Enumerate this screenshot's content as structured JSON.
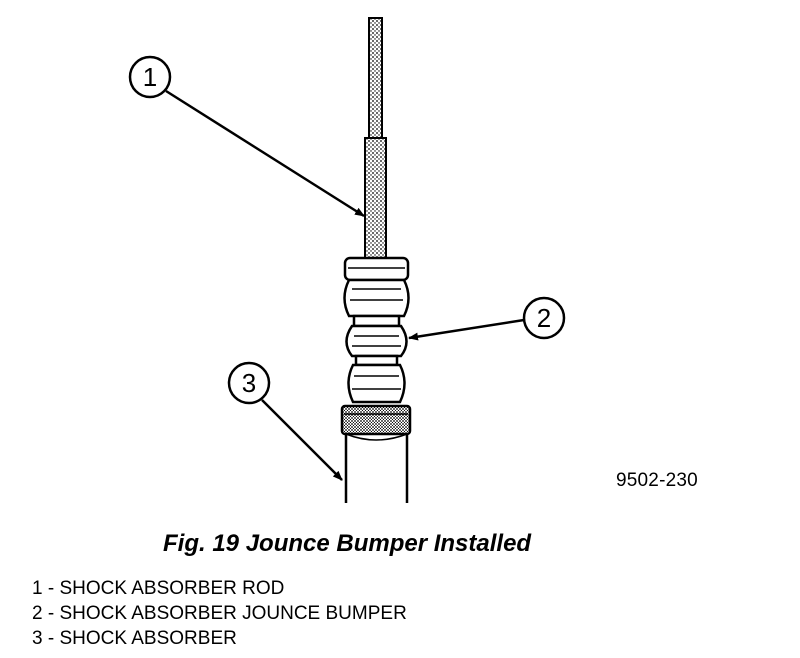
{
  "figure": {
    "number_tag": "9502-230",
    "caption": "Fig. 19 Jounce Bumper Installed"
  },
  "callouts": [
    {
      "label": "1"
    },
    {
      "label": "2"
    },
    {
      "label": "3"
    }
  ],
  "legend": [
    "1 - SHOCK ABSORBER ROD",
    "2 - SHOCK ABSORBER JOUNCE BUMPER",
    "3 - SHOCK ABSORBER"
  ]
}
